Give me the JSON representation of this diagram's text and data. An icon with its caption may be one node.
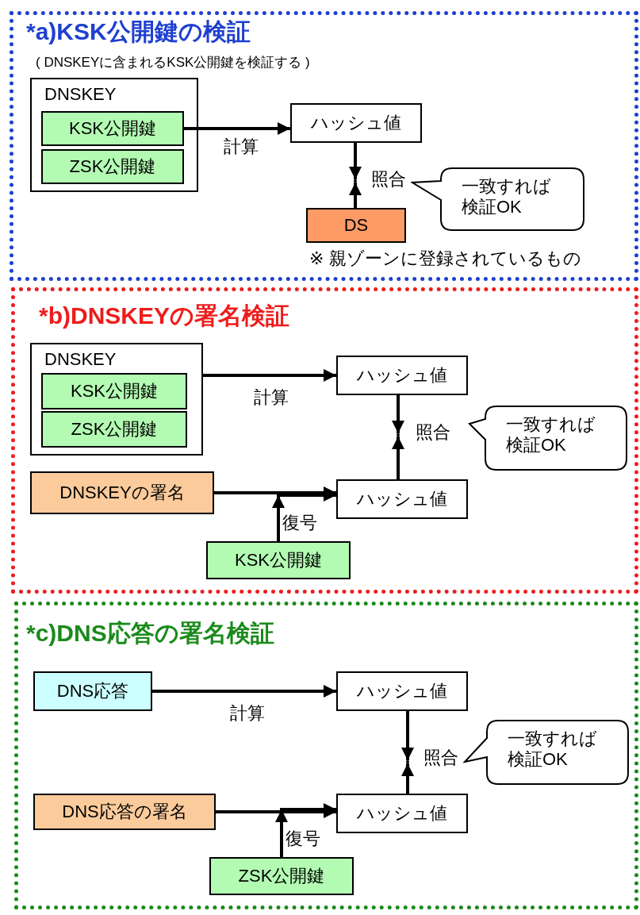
{
  "diagram": {
    "nodes": [
      {
        "text": [
          "*a)KSK公開鍵の検証",
          "( DNSKEYに含まれるKSK公開鍵を検証する )"
        ]
      },
      {
        "text": [
          "DNSKEY"
        ],
        "in": 0
      },
      {
        "text": [
          "KSK公開鍵"
        ],
        "in": 1
      },
      {
        "text": [
          "ZSK公開鍵"
        ],
        "in": 1
      },
      {
        "text": [
          "ハッシュ値"
        ],
        "in": 0
      },
      {
        "text": [
          "DS"
        ],
        "in": 0,
        "beside": [
          "※ 親ゾーンに登録されているもの"
        ]
      },
      {
        "text": [],
        "shape": "dot",
        "in": 0,
        "beside": [
          "照合"
        ]
      },
      {
        "text": [
          "一致すれば検証OK"
        ],
        "in": 0
      },
      {
        "text": [
          "*b)DNSKEYの署名検証"
        ]
      },
      {
        "text": [
          "DNSKEY"
        ],
        "in": 8
      },
      {
        "text": [
          "KSK公開鍵"
        ],
        "in": 9
      },
      {
        "text": [
          "ZSK公開鍵"
        ],
        "in": 9
      },
      {
        "text": [
          "ハッシュ値"
        ],
        "in": 8
      },
      {
        "text": [],
        "shape": "dot",
        "in": 8,
        "beside": [
          "照合"
        ]
      },
      {
        "text": [
          "一致すれば検証OK"
        ],
        "in": 8
      },
      {
        "text": [
          "DNSKEYの署名"
        ],
        "in": 8
      },
      {
        "text": [
          "ハッシュ値"
        ],
        "in": 8
      },
      {
        "text": [
          "KSK公開鍵"
        ],
        "in": 8
      },
      {
        "text": [
          "*c)DNS応答の署名検証"
        ]
      },
      {
        "text": [
          "DNS応答"
        ],
        "in": 18
      },
      {
        "text": [
          "ハッシュ値"
        ],
        "in": 18
      },
      {
        "text": [],
        "shape": "dot",
        "in": 18,
        "beside": [
          "照合"
        ]
      },
      {
        "text": [
          "一致すれば検証OK"
        ],
        "in": 18
      },
      {
        "text": [
          "DNS応答の署名"
        ],
        "in": 18
      },
      {
        "text": [
          "ハッシュ値"
        ],
        "in": 18
      },
      {
        "text": [
          "ZSK公開鍵"
        ],
        "in": 18
      }
    ],
    "edges": [
      {
        "from": 2,
        "to": 4,
        "arrow": "to",
        "label": "計算"
      },
      {
        "from": 4,
        "to": 6,
        "arrow": "to"
      },
      {
        "from": 5,
        "to": 6,
        "arrow": "to"
      },
      {
        "from": 9,
        "to": 12,
        "arrow": "to",
        "label": "計算"
      },
      {
        "from": 12,
        "to": 13,
        "arrow": "to"
      },
      {
        "from": 16,
        "to": 13,
        "arrow": "to"
      },
      {
        "from": 15,
        "to": 16,
        "arrow": "to"
      },
      {
        "from": 17,
        "to": 16,
        "arrow": "to",
        "label": "復号"
      },
      {
        "from": 19,
        "to": 20,
        "arrow": "to",
        "label": "計算"
      },
      {
        "from": 20,
        "to": 21,
        "arrow": "to"
      },
      {
        "from": 24,
        "to": 21,
        "arrow": "to"
      },
      {
        "from": 23,
        "to": 24,
        "arrow": "to"
      },
      {
        "from": 25,
        "to": 24,
        "arrow": "to",
        "label": "復号"
      }
    ]
  }
}
